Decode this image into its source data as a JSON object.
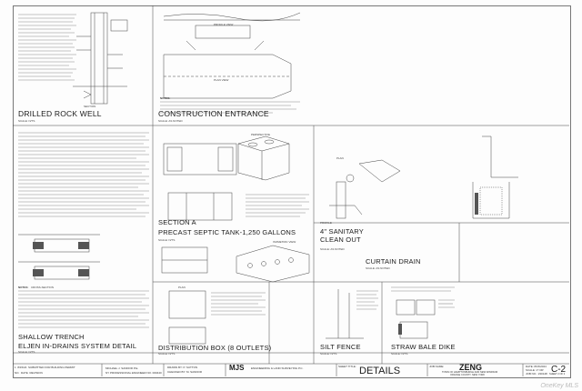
{
  "drawing_titles": {
    "drilled_rock_well": "DRILLED ROCK WELL",
    "construction_entrance": "CONSTRUCTION ENTRANCE",
    "septic_section": "SECTION A",
    "precast_septic_tank": "PRECAST SEPTIC TANK-1,250 GALLONS",
    "sanitary_clean_out": "4\" SANITARY CLEAN OUT",
    "curtain_drain": "CURTAIN DRAIN",
    "shallow_trench_1": "SHALLOW TRENCH",
    "shallow_trench_2": "ELJEN IN-DRAINS SYSTEM DETAIL",
    "distribution_box": "DISTRIBUTION BOX (8 OUTLETS)",
    "silt_fence": "SILT FENCE",
    "straw_bale_dike": "STRAW BALE DIKE"
  },
  "subtitles": {
    "section": "SECTION",
    "profile_view": "PROFILE VIEW",
    "plan_view": "PLAN VIEW",
    "perspective": "PERSPECTIVE",
    "plan": "PLAN",
    "profile": "PROFILE",
    "isometric_view": "ISOMETRIC VIEW",
    "cross_section": "CROSS-SECTION",
    "scale_nts": "SCALE: N/TS",
    "scale_as_noted": "SCALE: AS NOTED"
  },
  "notes_label": "NOTES:",
  "title_block": {
    "revision_rows": [
      {
        "no": "1",
        "date": "8/15/24",
        "revision": "SUBMITTED FOR BUILDING PERMIT"
      },
      {
        "no": "NO.",
        "date": "DATE",
        "revision": "REVISION"
      }
    ],
    "engineer": "MICHAEL J. SANDOR P.E.",
    "engineer_sub": "NY PROFESSIONAL ENGINEER NO. 000440",
    "firm": "MJS",
    "firm_sub": "ENGINEERING & LAND SURVEYING P.C.",
    "sheet_title_label": "SHEET TITLE:",
    "sheet_title": "DETAILS",
    "job_name_label": "JOB NAME:",
    "job_name": "ZENG",
    "job_location": "TOWN OF HAMPTONBURGH AND NEW WINDSOR",
    "job_county": "ORANGE COUNTY, NEW YORK",
    "date_label": "DATE:",
    "date": "8/15/2024",
    "scale_label": "SCALE:",
    "scale": "1\"=30'",
    "job_no_label": "JOB NO.:",
    "job_no": "230148",
    "sheet_no": "C-2",
    "sheet_of": "SHEET 2 OF 2",
    "drawn_by": "DRAWN BY: P. SUTTON",
    "checked_by": "CHECKED BY: M. SANDOR"
  },
  "watermark": "OneKey MLS"
}
